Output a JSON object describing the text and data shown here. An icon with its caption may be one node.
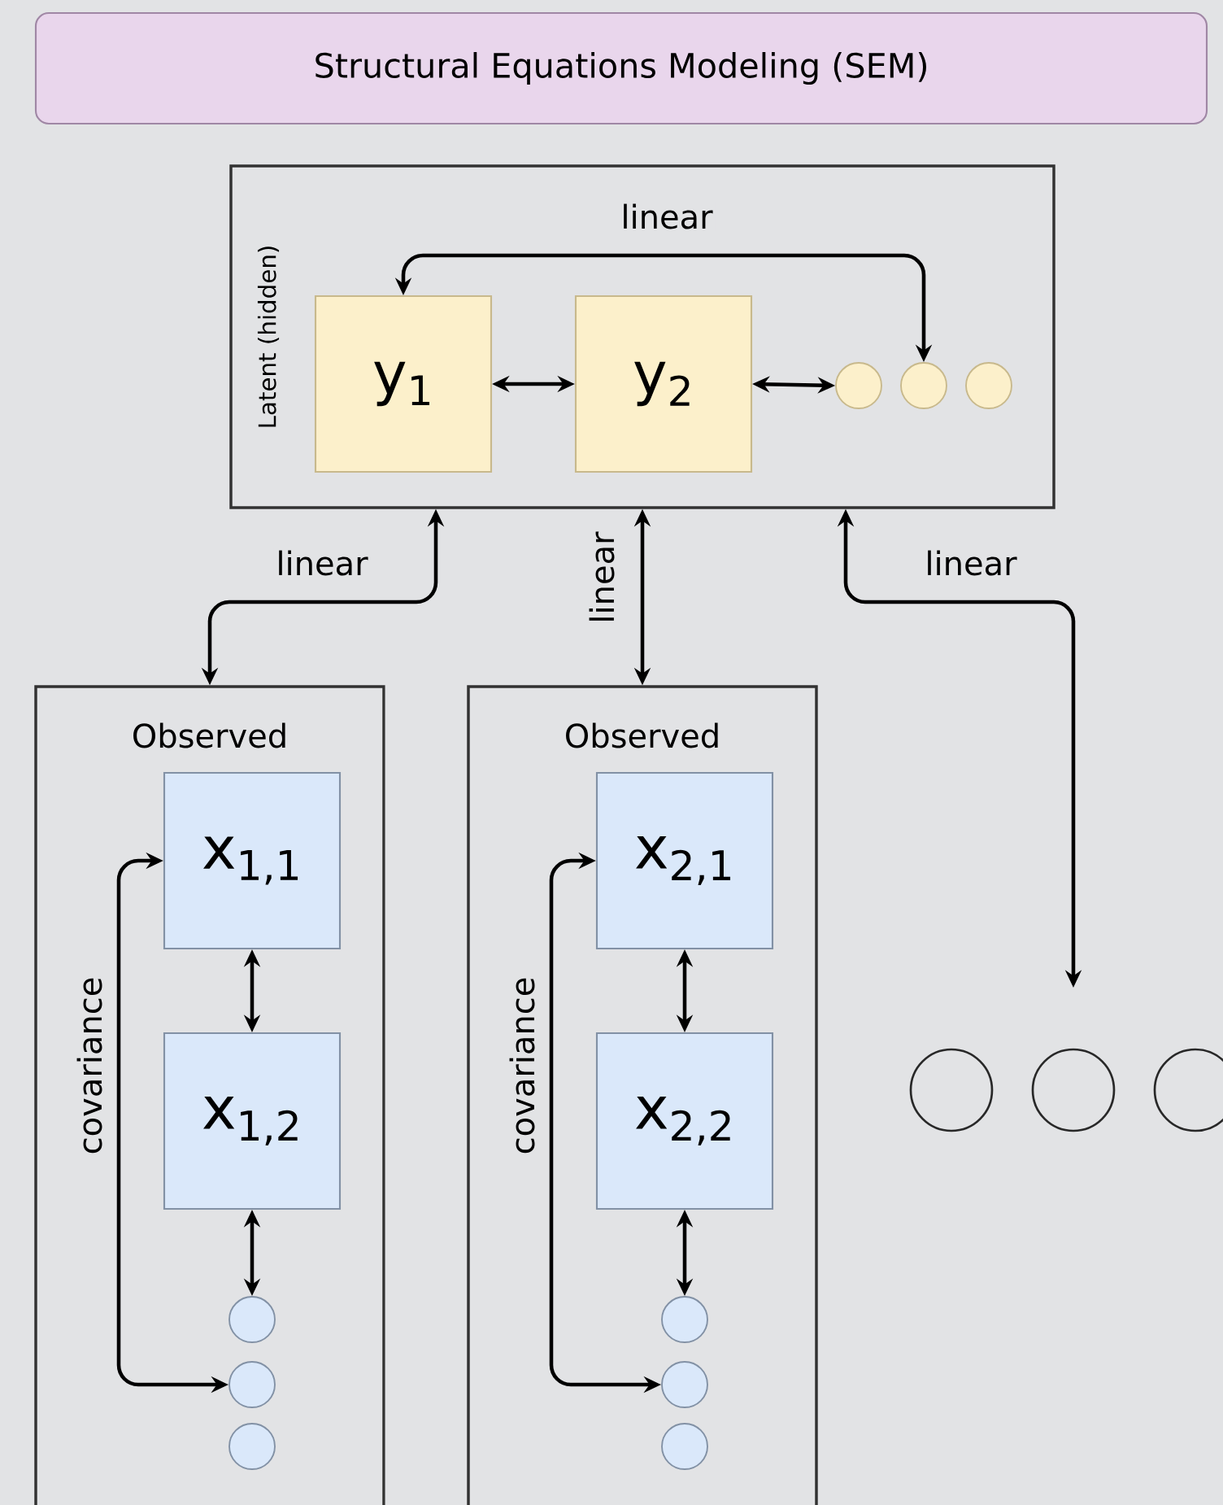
{
  "diagram": {
    "nodes": [
      {
        "text": [
          "Structural Equations Modeling (SEM)"
        ]
      },
      {
        "text": [
          "Latent (hidden)"
        ]
      },
      {
        "text": [
          "y$_{1}$"
        ],
        "in": 1
      },
      {
        "text": [
          "y$_{2}$"
        ],
        "in": 1
      },
      {
        "text": [],
        "shape": "circle",
        "in": 1
      },
      {
        "text": [],
        "shape": "circle",
        "in": 1
      },
      {
        "text": [],
        "shape": "circle",
        "in": 1
      },
      {
        "text": [
          "Observed"
        ]
      },
      {
        "text": [
          "x$_{1,1}$"
        ],
        "in": 7
      },
      {
        "text": [
          "x$_{1,2}$"
        ],
        "in": 7
      },
      {
        "text": [],
        "shape": "circle",
        "in": 7
      },
      {
        "text": [],
        "shape": "circle",
        "in": 7
      },
      {
        "text": [],
        "shape": "circle",
        "in": 7
      },
      {
        "text": [
          "Observed"
        ]
      },
      {
        "text": [
          "x$_{2,1}$"
        ],
        "in": 13
      },
      {
        "text": [
          "x$_{2,2}$"
        ],
        "in": 13
      },
      {
        "text": [],
        "shape": "circle",
        "in": 13
      },
      {
        "text": [],
        "shape": "circle",
        "in": 13
      },
      {
        "text": [],
        "shape": "circle",
        "in": 13
      },
      {
        "text": [],
        "shape": "circle"
      },
      {
        "text": [],
        "shape": "circle"
      },
      {
        "text": [],
        "shape": "circle"
      }
    ],
    "edges": [
      {
        "from": 2,
        "to": 5,
        "arrow": "both",
        "label": "linear"
      },
      {
        "from": 2,
        "to": 3,
        "arrow": "both"
      },
      {
        "from": 3,
        "to": 4,
        "arrow": "both"
      },
      {
        "from": 1,
        "to": 7,
        "arrow": "both",
        "label": "linear"
      },
      {
        "from": 1,
        "to": 13,
        "arrow": "both",
        "label": "linear"
      },
      {
        "from": 1,
        "to": 20,
        "arrow": "both",
        "label": "linear"
      },
      {
        "from": 8,
        "to": 9,
        "arrow": "both"
      },
      {
        "from": 9,
        "to": 10,
        "arrow": "both"
      },
      {
        "from": 8,
        "to": 11,
        "arrow": "both",
        "label": "covariance"
      },
      {
        "from": 14,
        "to": 15,
        "arrow": "both"
      },
      {
        "from": 15,
        "to": 16,
        "arrow": "both"
      },
      {
        "from": 14,
        "to": 17,
        "arrow": "both",
        "label": "covariance"
      }
    ]
  }
}
